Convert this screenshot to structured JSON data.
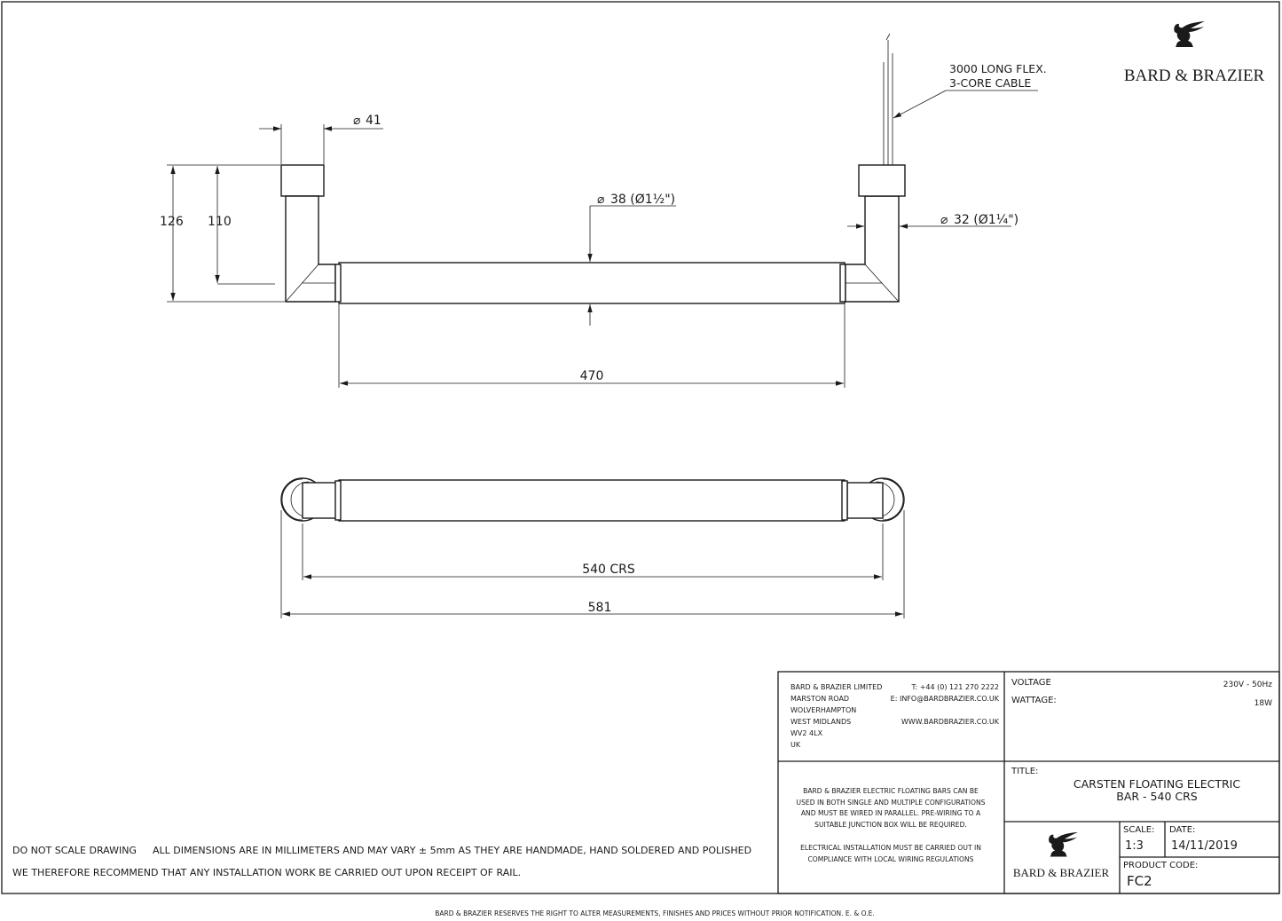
{
  "brand": {
    "name": "BARD & BRAZIER",
    "logo_icon": "griffin-icon"
  },
  "callouts": {
    "diameter_top": "41",
    "diameter_bar": "38 (Ø1½\")",
    "diameter_cable": "32 (Ø1¼\")",
    "cable_line1": "3000 LONG FLEX.",
    "cable_line2": "3-CORE CABLE",
    "height_outer": "126",
    "height_inner": "110",
    "bar_length": "470",
    "centres": "540 CRS",
    "overall": "581"
  },
  "notes": {
    "line1_a": "DO NOT SCALE DRAWING",
    "line1_b": "ALL DIMENSIONS ARE IN MILLIMETERS AND MAY VARY ± 5mm AS THEY ARE HANDMADE, HAND SOLDERED AND POLISHED",
    "line2": "WE THEREFORE RECOMMEND THAT ANY INSTALLATION WORK BE CARRIED OUT UPON RECEIPT OF RAIL.",
    "footer": "BARD & BRAZIER RESERVES THE RIGHT TO ALTER MEASUREMENTS, FINISHES AND PRICES WITHOUT PRIOR NOTIFICATION. E. & O.E."
  },
  "title_block": {
    "address": [
      "BARD & BRAZIER LIMITED",
      "MARSTON ROAD",
      "WOLVERHAMPTON",
      "WEST MIDLANDS",
      "WV2 4LX",
      "UK"
    ],
    "phone": "T: +44 (0) 121 270 2222",
    "email": "E: INFO@BARDBRAZIER.CO.UK",
    "web": "WWW.BARDBRAZIER.CO.UK",
    "voltage_label": "VOLTAGE",
    "voltage_value": "230V - 50Hz",
    "wattage_label": "WATTAGE:",
    "wattage_value": "18W",
    "info_para1": [
      "BARD & BRAZIER ELECTRIC FLOATING BARS CAN BE",
      "USED IN BOTH SINGLE AND MULTIPLE CONFIGURATIONS",
      "AND MUST BE WIRED IN PARALLEL. PRE-WIRING TO A",
      "SUITABLE JUNCTION BOX WILL BE REQUIRED."
    ],
    "info_para2": [
      "ELECTRICAL INSTALLATION MUST BE CARRIED OUT IN",
      "COMPLIANCE WITH LOCAL WIRING REGULATIONS"
    ],
    "title_label": "TITLE:",
    "title_line1": "CARSTEN FLOATING ELECTRIC",
    "title_line2": "BAR - 540 CRS",
    "scale_label": "SCALE:",
    "scale_value": "1:3",
    "date_label": "DATE:",
    "date_value": "14/11/2019",
    "product_label": "PRODUCT CODE:",
    "product_value": "FC2"
  }
}
